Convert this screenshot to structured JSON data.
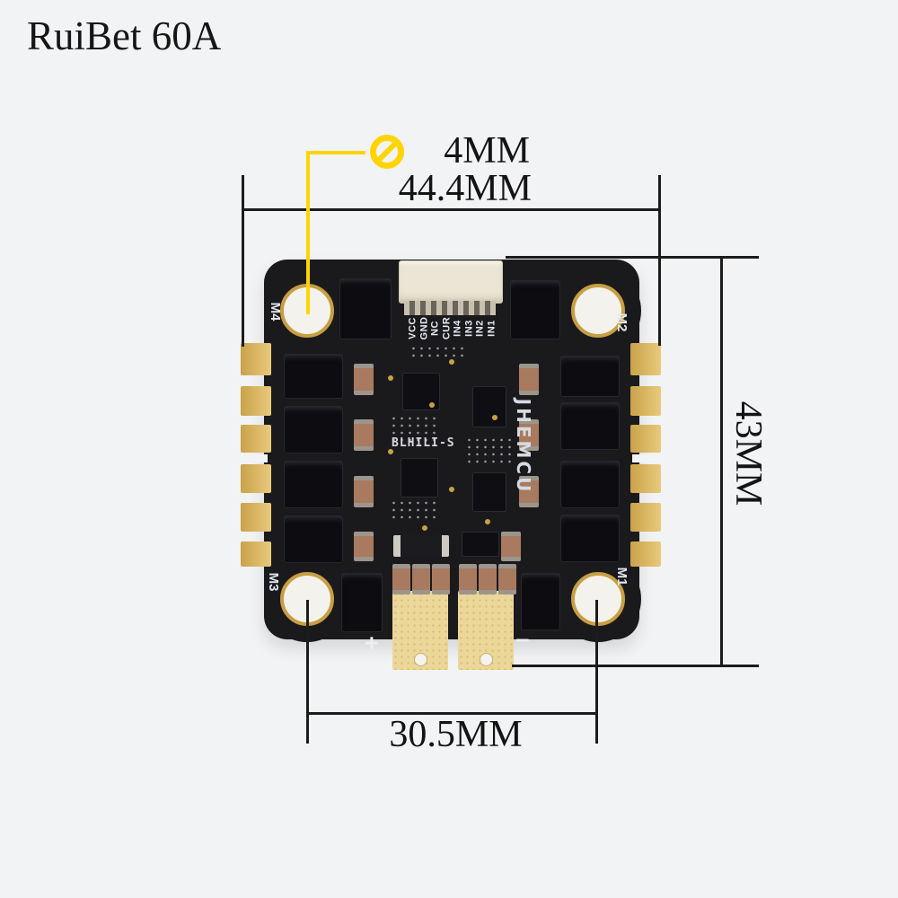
{
  "title": "RuiBet 60A",
  "dimensions": {
    "hole_diameter": "4MM",
    "board_width": "44.4MM",
    "board_height": "43MM",
    "hole_spacing": "30.5MM"
  },
  "board": {
    "connector_pin_labels": [
      "VCC",
      "GND",
      "NC",
      "CUR",
      "IN4",
      "IN3",
      "IN2",
      "IN1"
    ],
    "motor_pad_labels": {
      "top_left": "M4",
      "top_right": "M2",
      "bottom_left": "M3",
      "bottom_right": "M1"
    },
    "silkscreen_firmware": "BLHILI-S",
    "brand": "JHEMCU",
    "battery_positive": "+",
    "battery_negative": "−"
  },
  "icons": {
    "diameter_icon": "⌀"
  },
  "colors": {
    "background": "#f2f3f5",
    "dimension_line": "#1c1c1c",
    "accent_yellow": "#ffd402",
    "pcb_black": "#1a1a1d",
    "pad_gold": "#e2c06a"
  }
}
